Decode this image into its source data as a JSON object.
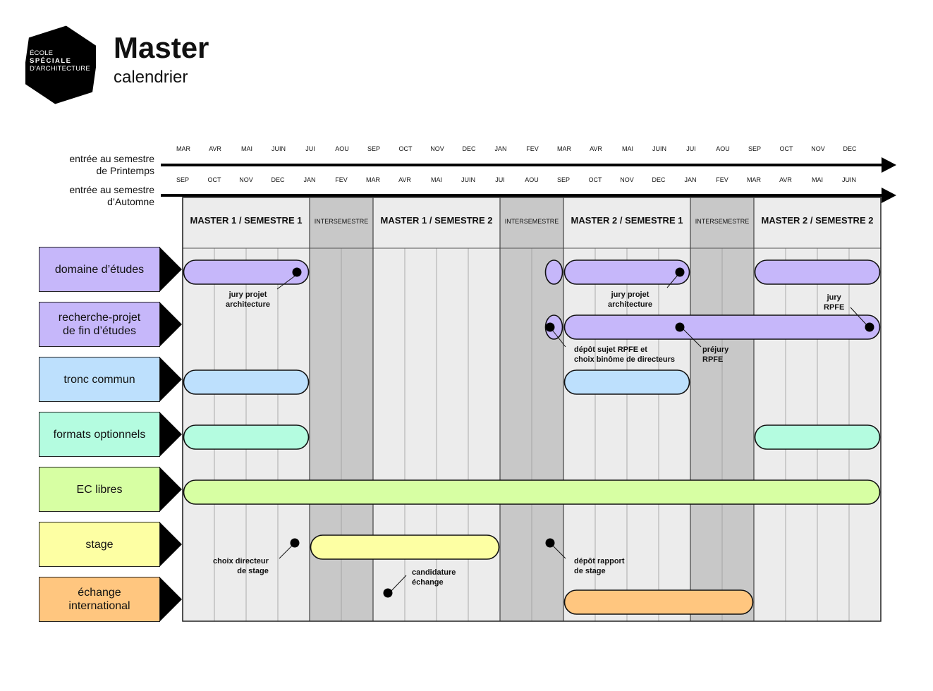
{
  "logo": {
    "line1": "ÉCOLE",
    "line2": "SPÉCIALE",
    "line3": "D'ARCHITECTURE"
  },
  "header": {
    "title": "Master",
    "subtitle": "calendrier"
  },
  "timeline": {
    "spring_entry_label": [
      "entrée au semestre",
      "de Printemps"
    ],
    "autumn_entry_label": [
      "entrée au semestre",
      "d’Automne"
    ],
    "spring_months": [
      "MAR",
      "AVR",
      "MAI",
      "JUIN",
      "JUI",
      "AOU",
      "SEP",
      "OCT",
      "NOV",
      "DEC",
      "JAN",
      "FEV",
      "MAR",
      "AVR",
      "MAI",
      "JUIN",
      "JUI",
      "AOU",
      "SEP",
      "OCT",
      "NOV",
      "DEC"
    ],
    "autumn_months": [
      "SEP",
      "OCT",
      "NOV",
      "DEC",
      "JAN",
      "FEV",
      "MAR",
      "AVR",
      "MAI",
      "JUIN",
      "JUI",
      "AOU",
      "SEP",
      "OCT",
      "NOV",
      "DEC",
      "JAN",
      "FEV",
      "MAR",
      "AVR",
      "MAI",
      "JUIN"
    ]
  },
  "periods": [
    {
      "label": "MASTER 1 / SEMESTRE 1",
      "kind": "semester",
      "start": 0,
      "end": 4
    },
    {
      "label": "INTERSEMESTRE",
      "kind": "inter",
      "start": 4,
      "end": 6
    },
    {
      "label": "MASTER 1 / SEMESTRE 2",
      "kind": "semester",
      "start": 6,
      "end": 10
    },
    {
      "label": "INTERSEMESTRE",
      "kind": "inter",
      "start": 10,
      "end": 12
    },
    {
      "label": "MASTER 2 / SEMESTRE 1",
      "kind": "semester",
      "start": 12,
      "end": 16
    },
    {
      "label": "INTERSEMESTRE",
      "kind": "inter",
      "start": 16,
      "end": 18
    },
    {
      "label": "MASTER 2 / SEMESTRE 2",
      "kind": "semester",
      "start": 18,
      "end": 22
    }
  ],
  "rows": [
    {
      "label": [
        "domaine d’études"
      ],
      "color": "#c6b7fa"
    },
    {
      "label": [
        "recherche-projet",
        "de fin d’études"
      ],
      "color": "#c6b7fa"
    },
    {
      "label": [
        "tronc commun"
      ],
      "color": "#bde0fd"
    },
    {
      "label": [
        "formats optionnels"
      ],
      "color": "#b4fce0"
    },
    {
      "label": [
        "EC libres"
      ],
      "color": "#d7ffa3"
    },
    {
      "label": [
        "stage"
      ],
      "color": "#fdffa3"
    },
    {
      "label": [
        "échange",
        "international"
      ],
      "color": "#ffc67f"
    }
  ],
  "bars": [
    {
      "row": 0,
      "start": 0,
      "end": 4
    },
    {
      "row": 0,
      "start": 11.4,
      "end": 12
    },
    {
      "row": 0,
      "start": 12,
      "end": 16
    },
    {
      "row": 0,
      "start": 18,
      "end": 22
    },
    {
      "row": 1,
      "start": 11.4,
      "end": 12
    },
    {
      "row": 1,
      "start": 12,
      "end": 22
    },
    {
      "row": 2,
      "start": 0,
      "end": 4
    },
    {
      "row": 2,
      "start": 12,
      "end": 16
    },
    {
      "row": 3,
      "start": 0,
      "end": 4
    },
    {
      "row": 3,
      "start": 18,
      "end": 22
    },
    {
      "row": 4,
      "start": 0,
      "end": 22
    },
    {
      "row": 5,
      "start": 4,
      "end": 10
    },
    {
      "row": 6,
      "start": 12,
      "end": 18
    }
  ],
  "milestones": [
    {
      "row": 0,
      "pos": 3.6,
      "annotation": [
        "jury projet",
        "architecture"
      ]
    },
    {
      "row": 0,
      "pos": 15.6,
      "annotation": [
        "jury projet",
        "architecture"
      ]
    },
    {
      "row": 1,
      "pos": 21.6,
      "annotation": [
        "jury",
        "RPFE"
      ]
    },
    {
      "row": 1,
      "pos": 11.6,
      "annotation": [
        "dépôt sujet RPFE et",
        "choix binôme de directeurs"
      ]
    },
    {
      "row": 1,
      "pos": 15.6,
      "annotation": [
        "préjury",
        "RPFE"
      ]
    },
    {
      "row": 5,
      "pos": 3.5,
      "annotation": [
        "choix directeur",
        "de stage"
      ]
    },
    {
      "row": 5,
      "pos": 11.6,
      "annotation": [
        "dépôt rapport",
        "de stage"
      ]
    },
    {
      "row": 6,
      "pos": 6.5,
      "annotation": [
        "candidature",
        "échange"
      ]
    }
  ]
}
